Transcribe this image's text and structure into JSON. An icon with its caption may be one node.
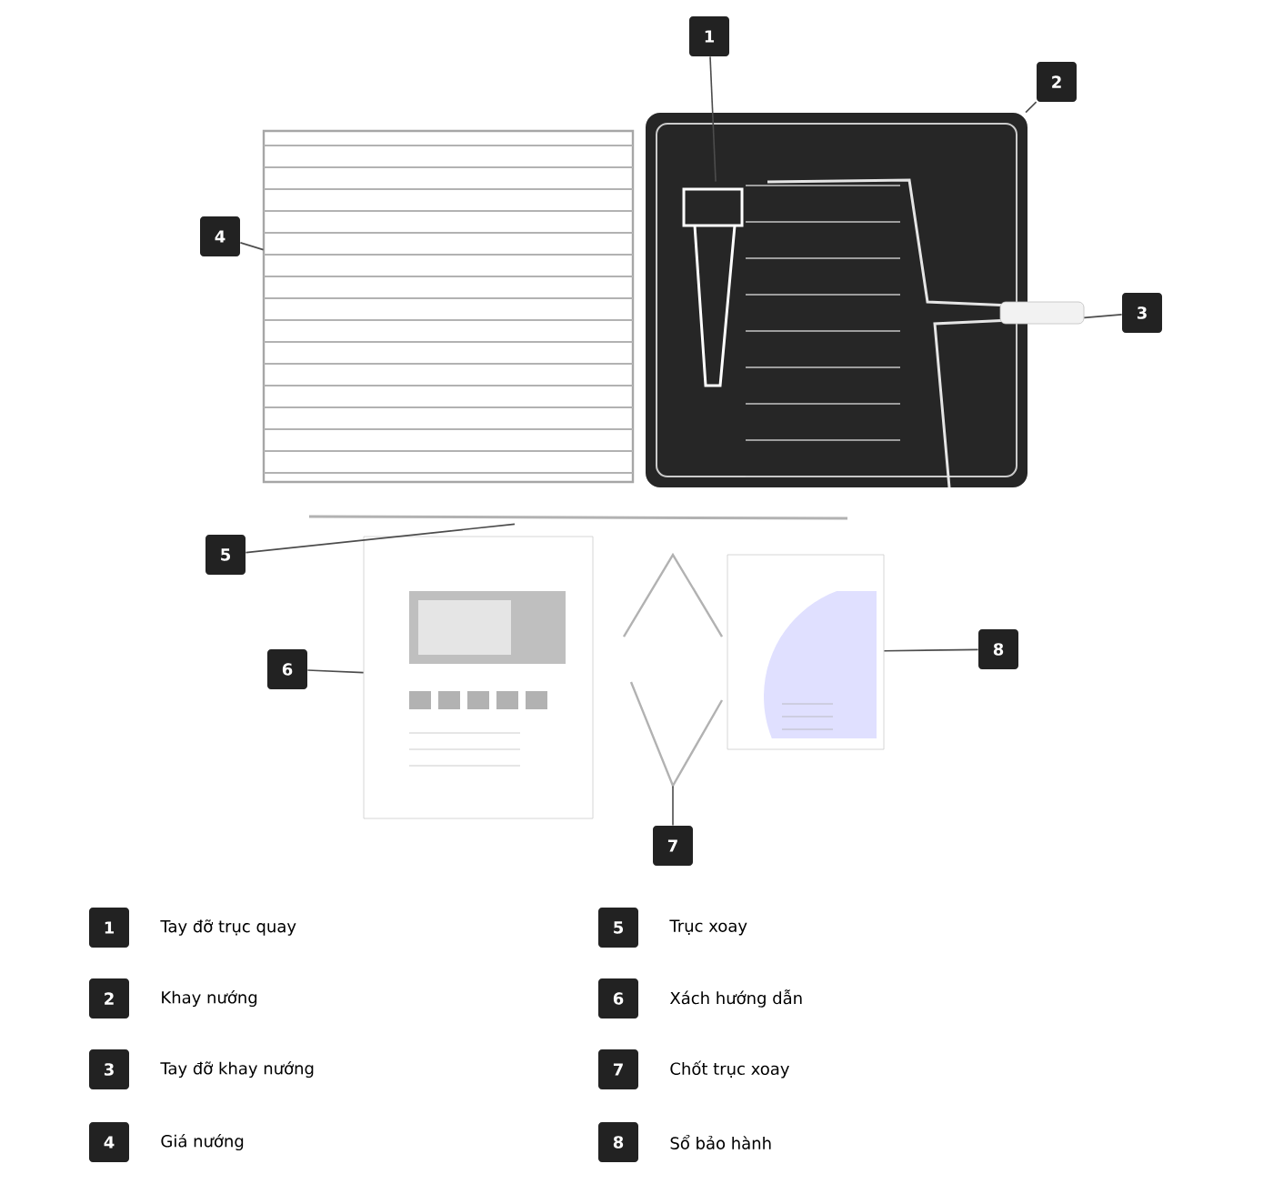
{
  "diagram": {
    "nodes": [
      {
        "text": [
          "1"
        ]
      },
      {
        "text": [
          "2"
        ]
      },
      {
        "text": [
          "3"
        ]
      },
      {
        "text": [
          "4"
        ]
      },
      {
        "text": [
          "5"
        ]
      },
      {
        "text": [
          "6"
        ]
      },
      {
        "text": [
          "7"
        ]
      },
      {
        "text": [
          "8"
        ]
      },
      {
        "text": [],
        "shape": "picture",
        "in": 9
      },
      {
        "text": [],
        "shape": "picture"
      },
      {
        "text": [],
        "shape": "picture"
      },
      {
        "text": [],
        "shape": "picture"
      },
      {
        "text": [],
        "shape": "picture"
      },
      {
        "text": [],
        "shape": "picture"
      },
      {
        "text": [],
        "shape": "picture"
      },
      {
        "text": [],
        "shape": "picture"
      },
      {
        "text": [
          "1"
        ],
        "beside": [
          "Tay đỡ trục quay"
        ]
      },
      {
        "text": [
          "5"
        ],
        "beside": [
          "Trục xoay"
        ]
      },
      {
        "text": [
          "2"
        ],
        "beside": [
          "Khay nướng"
        ]
      },
      {
        "text": [
          "6"
        ],
        "beside": [
          "Xách hướng dẫn"
        ]
      },
      {
        "text": [
          "3"
        ],
        "beside": [
          "Tay đỡ khay nướng"
        ]
      },
      {
        "text": [
          "7"
        ],
        "beside": [
          "Chốt trục xoay"
        ]
      },
      {
        "text": [
          "4"
        ],
        "beside": [
          "Giá nướng"
        ]
      },
      {
        "text": [
          "8"
        ],
        "beside": [
          "Sổ bảo hành"
        ]
      }
    ],
    "edges": [
      {
        "from": 0,
        "to": 8,
        "arrow": "none"
      },
      {
        "from": 1,
        "to": 9,
        "arrow": "none"
      },
      {
        "from": 2,
        "to": 10,
        "arrow": "none"
      },
      {
        "from": 3,
        "to": 11,
        "arrow": "none"
      },
      {
        "from": 4,
        "to": 12,
        "arrow": "none"
      },
      {
        "from": 5,
        "to": 13,
        "arrow": "none"
      },
      {
        "from": 6,
        "to": 14,
        "arrow": "none"
      },
      {
        "from": 7,
        "to": 15,
        "arrow": "none"
      }
    ]
  }
}
